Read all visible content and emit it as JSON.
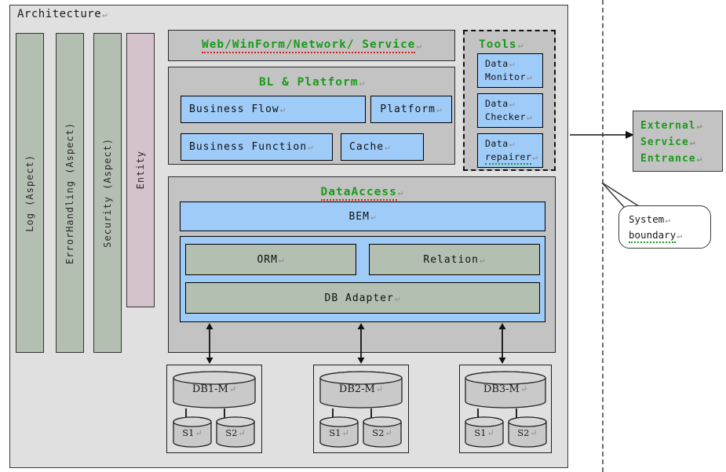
{
  "diagram": {
    "title": "Architecture",
    "pilcrow": "↵"
  },
  "colors": {
    "outer_background": "#e0e0e0",
    "panel_gray": "#c3c3c3",
    "aspect_green": "#b3bfb0",
    "entity_mauve": "#d6c2cc",
    "box_blue": "#9fcbf8",
    "title_green": "#1a9a1a",
    "spell_red": "#d81f1f",
    "grammar_green": "#1a9a1a",
    "cylinder_gray": "#c9c9c9",
    "boundary_dash": "#6e6e6e"
  },
  "aspects": [
    {
      "label": "Log (Aspect)"
    },
    {
      "label": "ErrorHandling (Aspect)"
    },
    {
      "label": "Security (Aspect)"
    },
    {
      "label": "Entity"
    }
  ],
  "layers": {
    "web_service": {
      "title": "Web/WinForm/Network/ Service"
    },
    "bl_platform": {
      "title": "BL & Platform",
      "boxes": [
        {
          "label": "Business Flow"
        },
        {
          "label": "Platform"
        },
        {
          "label": "Business Function"
        },
        {
          "label": "Cache"
        }
      ]
    },
    "data_access": {
      "title": "DataAccess",
      "bem": {
        "label": "BEM"
      },
      "orm": {
        "label": "ORM"
      },
      "relation": {
        "label": "Relation"
      },
      "db_adapter": {
        "label": "DB Adapter"
      }
    }
  },
  "tools": {
    "title": "Tools",
    "items": [
      {
        "line1": "Data",
        "line2": "Monitor"
      },
      {
        "line1": "Data",
        "line2": "Checker"
      },
      {
        "line1": "Data",
        "line2": "repairer"
      }
    ]
  },
  "databases": [
    {
      "master": "DB1-M",
      "slaves": [
        "S1",
        "S2"
      ]
    },
    {
      "master": "DB2-M",
      "slaves": [
        "S1",
        "S2"
      ]
    },
    {
      "master": "DB3-M",
      "slaves": [
        "S1",
        "S2"
      ]
    }
  ],
  "external": {
    "line1": "External",
    "line2": "Service",
    "line3": "Entrance"
  },
  "callout": {
    "line1": "System",
    "line2": "boundary"
  }
}
